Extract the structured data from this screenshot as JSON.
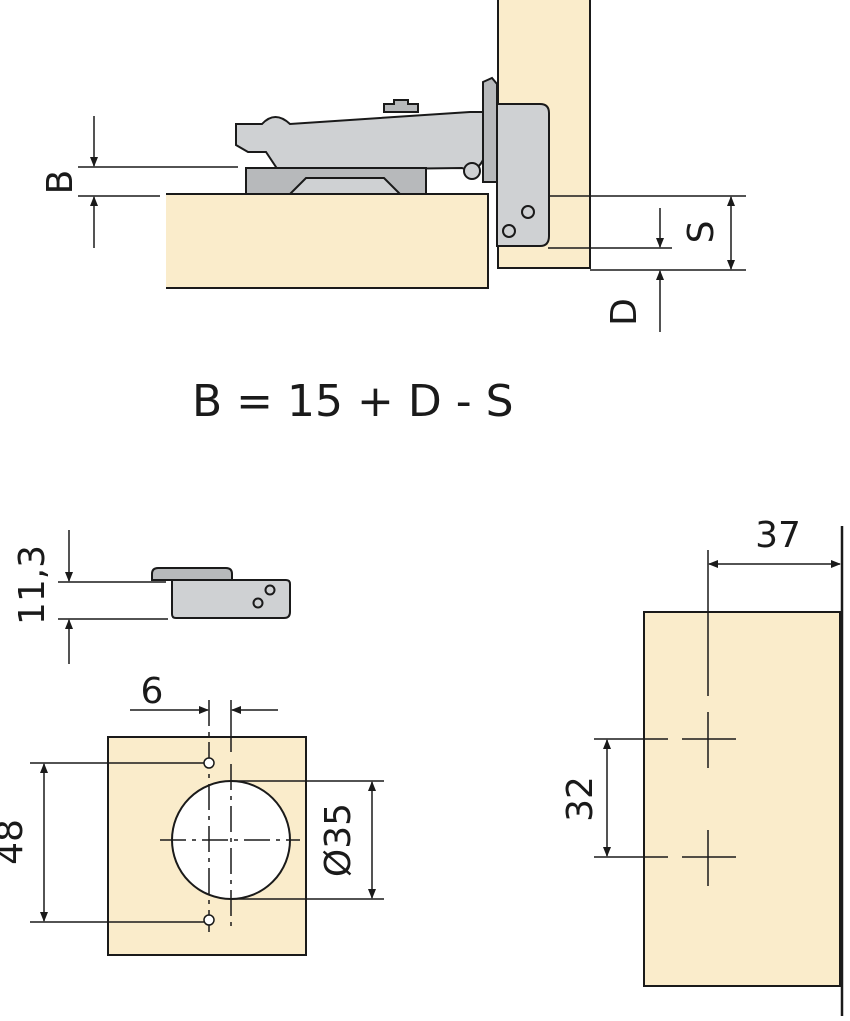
{
  "diagram": {
    "side_view": {
      "label_b": "B",
      "label_s": "S",
      "label_d": "D"
    },
    "formula": "B = 15 + D - S",
    "mounting_plate": {
      "height_label": "11,3"
    },
    "cup_layout": {
      "offset_label": "6",
      "hole_spacing_label": "48",
      "cup_diameter_label": "Ø35"
    },
    "plate_layout": {
      "edge_distance_label": "37",
      "hole_spacing_label": "32"
    },
    "colors": {
      "wood": "#faeccb",
      "metal": "#cfd1d3",
      "ink": "#1a1a1a"
    }
  }
}
